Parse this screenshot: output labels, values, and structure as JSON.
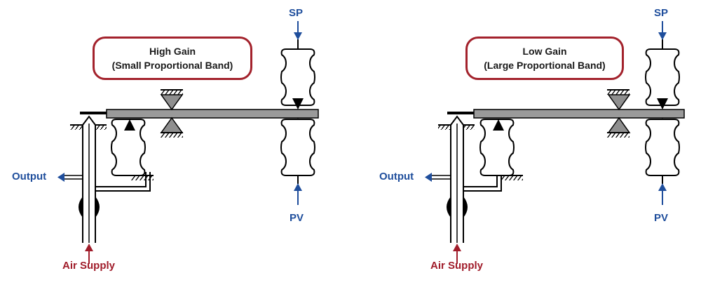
{
  "colors": {
    "accent_blue": "#1f4e9c",
    "accent_red": "#a01c2a",
    "box_border": "#a3222c",
    "beam_fill": "#9a9a9a",
    "pivot_fill": "#8f8f8f"
  },
  "left_panel": {
    "gain_title": "High Gain",
    "gain_subtitle": "(Small Proportional Band)",
    "sp_label": "SP",
    "pv_label": "PV",
    "output_label": "Output",
    "air_supply_label": "Air Supply"
  },
  "right_panel": {
    "gain_title": "Low Gain",
    "gain_subtitle": "(Large Proportional Band)",
    "sp_label": "SP",
    "pv_label": "PV",
    "output_label": "Output",
    "air_supply_label": "Air Supply"
  }
}
